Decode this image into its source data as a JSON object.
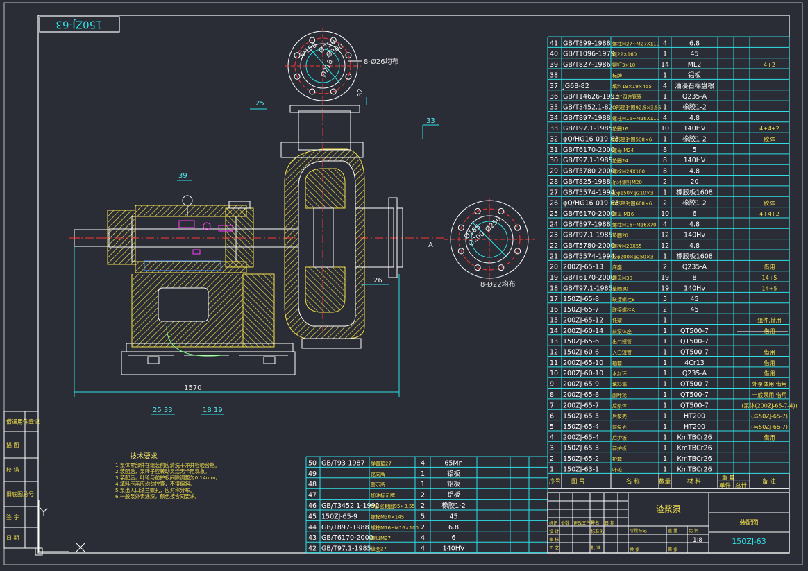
{
  "drawing_number_rotated": "150ZJ-63",
  "side_labels": [
    "借通用件登记",
    "描 图",
    "校 描",
    "旧底图总号",
    "签 字",
    "日 期"
  ],
  "dimensions": {
    "length": "1570",
    "flange_top": [
      "Ø150",
      "Ø250",
      "Ø300",
      "Ø218"
    ],
    "flange_top_holes": "8-Ø26均布",
    "flange_side": [
      "Ø165",
      "Ø200",
      "Ø250"
    ],
    "flange_side_holes": "8-Ø22均布",
    "d32": "32",
    "d26": "26",
    "section_mark": "A"
  },
  "callouts": {
    "c25": "25",
    "c33": "33",
    "c39": "39",
    "c25_33": "25 33",
    "c18_19": "18 19"
  },
  "tech_title": "技术要求",
  "tech_notes": [
    "1.泵体零部件在组装前应清洗干净并检验合格。",
    "2.装配后，泵转子应转动灵活无卡阻现象。",
    "3.装配后，叶轮与前护板间隙调整为0.14mm。",
    "4.填料压盖应均匀拧紧，不得偏斜。",
    "5.泵出入口法兰螺孔，应对称分布。",
    "6.一般泵外表涂漆，颜色按合同要求。"
  ],
  "upper_bom": [
    [
      "41",
      "GB/T899-1988",
      "螺柱M27~M27X110",
      "4",
      "6.8",
      "",
      ""
    ],
    [
      "40",
      "GB/T1096-1979",
      "键22×160",
      "1",
      "45",
      "",
      ""
    ],
    [
      "39",
      "GB/T827-1986",
      "铆钉3×10",
      "14",
      "ML2",
      "",
      "4+2"
    ],
    [
      "38",
      "",
      "标牌",
      "1",
      "铝板",
      "",
      ""
    ],
    [
      "37",
      "JG68-82",
      "填料19×19×455",
      "4",
      "油浸石棉盘根",
      "",
      ""
    ],
    [
      "36",
      "GB/T14626-1993",
      "1/2\"四方管塞",
      "1",
      "Q235-A",
      "",
      ""
    ],
    [
      "35",
      "GB/T3452.1-82",
      "O形密封圈92.5×3.55",
      "1",
      "橡胶1-2",
      "",
      ""
    ],
    [
      "34",
      "GB/T897-1988",
      "螺柱M16~M16X110",
      "4",
      "4.8",
      "",
      ""
    ],
    [
      "33",
      "GB/T97.1-1985",
      "垫圈16",
      "10",
      "140HV",
      "",
      "4+4+2"
    ],
    [
      "32",
      "φQ/HG16-019-63",
      "O形密封圈508×6",
      "1",
      "橡胶1-2",
      "",
      "胶体"
    ],
    [
      "31",
      "GB/T6170-2000",
      "螺母 M24",
      "8",
      "5",
      "",
      ""
    ],
    [
      "30",
      "GB/T97.1-1985",
      "垫圈24",
      "8",
      "140HV",
      "",
      ""
    ],
    [
      "29",
      "GB/T5780-2000",
      "螺栓M24X100",
      "8",
      "4.8",
      "",
      ""
    ],
    [
      "28",
      "GB/T825-1988",
      "吊环螺钉M20",
      "2",
      "20",
      "",
      ""
    ],
    [
      "27",
      "GB/T5574-1994",
      "胶φ150×φ210×3",
      "1",
      "橡胶板1608",
      "",
      ""
    ],
    [
      "26",
      "φQ/HG16-019-63",
      "O形密封圈668×6",
      "2",
      "橡胶1-2",
      "",
      "胶体"
    ],
    [
      "25",
      "GB/T6170-2000",
      "螺母 M16",
      "10",
      "6",
      "",
      "4+4+2"
    ],
    [
      "24",
      "GB/T897-1988",
      "螺柱M16~M16X70",
      "4",
      "4.8",
      "",
      ""
    ],
    [
      "23",
      "GB/T97.1-1985",
      "垫圈20",
      "12",
      "140Hv",
      "",
      ""
    ],
    [
      "22",
      "GB/T5780-2000",
      "螺栓M20X55",
      "12",
      "4.8",
      "",
      ""
    ],
    [
      "21",
      "GB/T5574-1994",
      "胶φ200×φ250×3",
      "1",
      "橡胶板1608",
      "",
      ""
    ],
    [
      "20",
      "200ZJ-65-13",
      "底座",
      "2",
      "Q235-A",
      "",
      "借用"
    ],
    [
      "19",
      "GB/T6170-2000",
      "螺母M30",
      "19",
      "8",
      "",
      "14+5"
    ],
    [
      "18",
      "GB/T97.1-1985",
      "垫圈30",
      "19",
      "140Hv",
      "",
      "14+5"
    ],
    [
      "17",
      "150ZJ-65-8",
      "联接螺栓B",
      "5",
      "45",
      "",
      ""
    ],
    [
      "16",
      "150ZJ-65-7",
      "联接螺栓A",
      "2",
      "45",
      "",
      ""
    ],
    [
      "15",
      "200ZJ-65-12",
      "托架",
      "1",
      "",
      "",
      "组件,借用"
    ],
    [
      "14",
      "200ZJ-60-14",
      "前泵体座",
      "1",
      "QT500-7",
      "",
      "借用"
    ],
    [
      "13",
      "150ZJ-65-6",
      "出口短管",
      "1",
      "QT500-7",
      "",
      ""
    ],
    [
      "12",
      "150ZJ-60-6",
      "入口短管",
      "1",
      "QT500-7",
      "",
      "借用"
    ],
    [
      "11",
      "200ZJ-65-10",
      "轴套",
      "1",
      "4Cr13",
      "",
      "借用"
    ],
    [
      "10",
      "200ZJ-60-10",
      "水封环",
      "1",
      "Q235-A",
      "",
      "借用"
    ],
    [
      "9",
      "200ZJ-65-9",
      "填料箱",
      "1",
      "QT500-7",
      "",
      "外泵体用,借用"
    ],
    [
      "8",
      "200ZJ-65-8",
      "副叶轮",
      "1",
      "QT500-7",
      "",
      "一般泵用,借用"
    ],
    [
      "7",
      "200ZJ-65-7",
      "后泵体",
      "1",
      "QT500-7",
      "",
      "(泵体(200ZJ-65-7-4))"
    ],
    [
      "6",
      "150ZJ-65-5",
      "后泵壳",
      "1",
      "HT200",
      "",
      "(与50ZJ-65-7)"
    ],
    [
      "5",
      "150ZJ-65-4",
      "前泵壳",
      "1",
      "HT200",
      "",
      "(与50ZJ-65-7)"
    ],
    [
      "4",
      "200ZJ-65-4",
      "后护板",
      "1",
      "KmTBCr26",
      "",
      "借用"
    ],
    [
      "3",
      "150ZJ-65-3",
      "前护板",
      "1",
      "KmTBCr26",
      "",
      ""
    ],
    [
      "2",
      "150ZJ-65-2",
      "护套",
      "1",
      "KmTBCr26",
      "",
      ""
    ],
    [
      "1",
      "150ZJ-63-1",
      "叶轮",
      "1",
      "KmTBCr26",
      "",
      ""
    ]
  ],
  "upper_bom_header": [
    "序号",
    "图 号",
    "名 称",
    "数量",
    "材 料",
    "单件",
    "总计",
    "备 注"
  ],
  "upper_bom_header_sub": [
    "重 量"
  ],
  "lower_bom": [
    [
      "50",
      "GB/T93-1987",
      "弹簧垫27",
      "4",
      "65Mn",
      "",
      ""
    ],
    [
      "49",
      "",
      "铭向牌",
      "1",
      "铝板",
      "",
      ""
    ],
    [
      "48",
      "",
      "警示牌",
      "1",
      "铝板",
      "",
      ""
    ],
    [
      "47",
      "",
      "加油标示牌",
      "2",
      "铝板",
      "",
      ""
    ],
    [
      "46",
      "GB/T3452.1-1992",
      "O形密封圈95×3.55",
      "2",
      "橡胶1-2",
      "",
      ""
    ],
    [
      "45",
      "150ZJ-65-9",
      "螺栓M30×145",
      "5",
      "45",
      "",
      ""
    ],
    [
      "44",
      "GB/T897-1988",
      "螺柱M16~M16×100",
      "2",
      "6.8",
      "",
      ""
    ],
    [
      "43",
      "GB/T6170-2000",
      "螺母M27",
      "4",
      "6",
      "",
      ""
    ],
    [
      "42",
      "GB/T97.1-1985",
      "垫圈27",
      "4",
      "140HV",
      "",
      ""
    ]
  ],
  "title_block": {
    "name": "渣浆泵",
    "drawing_type": "装配图",
    "code": "150ZJ-63",
    "scale": "1:8",
    "labels": [
      "标记",
      "处数",
      "更改文件号",
      "签名",
      "日 期",
      "设 计",
      "标准化",
      "阶段标记",
      "重 量",
      "比 例",
      "审 核",
      "工 艺",
      "批 准",
      "共 张",
      "第 张"
    ]
  },
  "colors": {
    "bg": "#2a2d35",
    "line": "#ffffff",
    "cyan": "#2fe0e6",
    "yellow": "#f1df4d",
    "red": "#ff3535",
    "magenta": "#ff3dff",
    "blue": "#4f8cff",
    "green": "#7cff7c"
  }
}
